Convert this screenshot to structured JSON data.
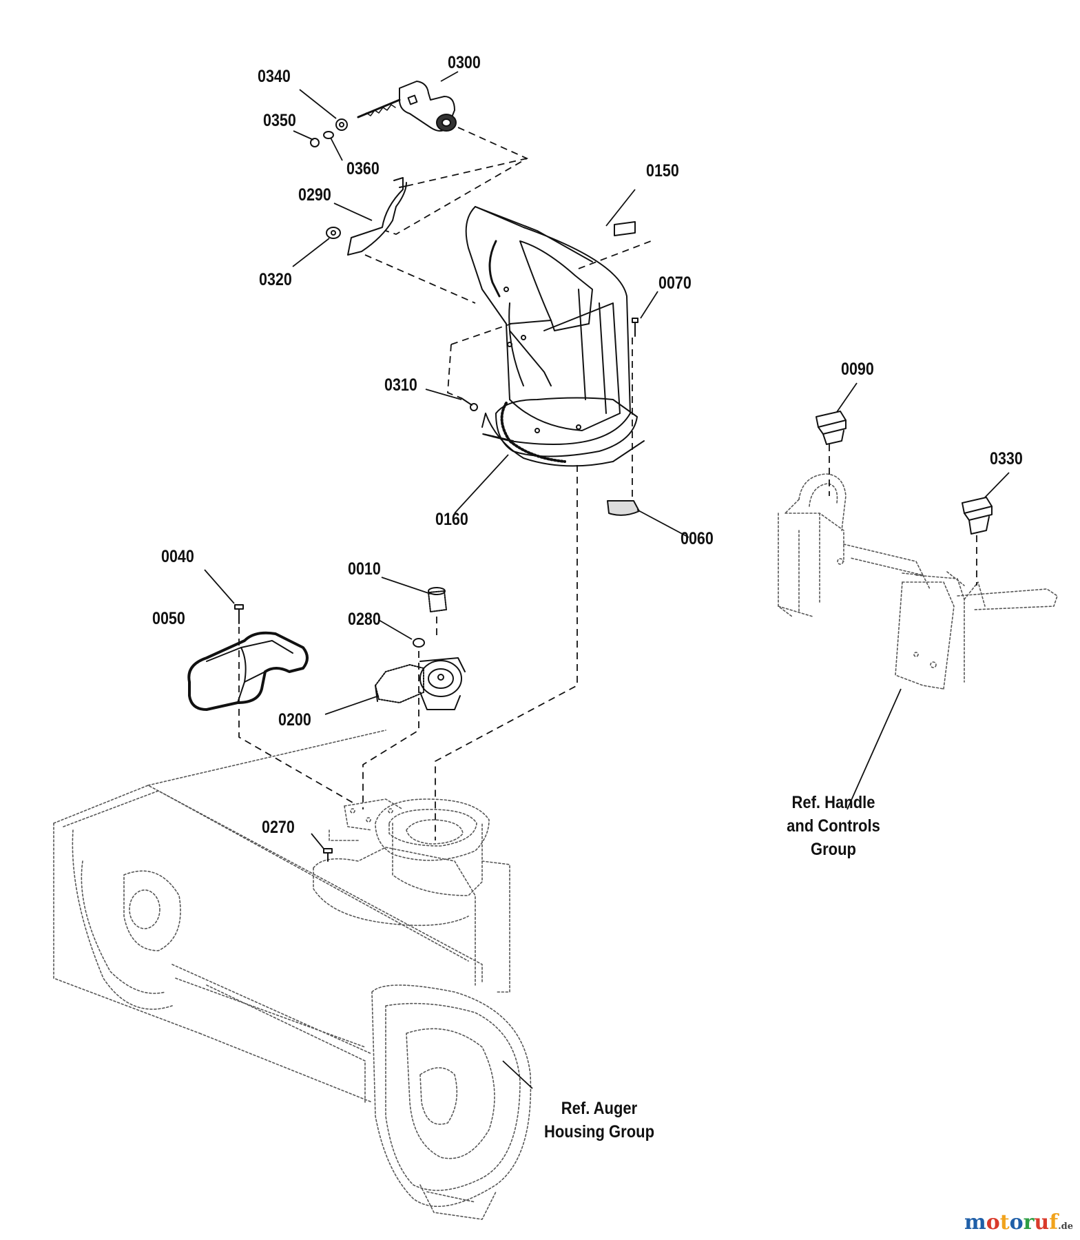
{
  "parts": [
    {
      "id": "p0340",
      "label": "0340"
    },
    {
      "id": "p0300",
      "label": "0300"
    },
    {
      "id": "p0350",
      "label": "0350"
    },
    {
      "id": "p0360",
      "label": "0360"
    },
    {
      "id": "p0290",
      "label": "0290"
    },
    {
      "id": "p0150",
      "label": "0150"
    },
    {
      "id": "p0320",
      "label": "0320"
    },
    {
      "id": "p0070",
      "label": "0070"
    },
    {
      "id": "p0310",
      "label": "0310"
    },
    {
      "id": "p0090",
      "label": "0090"
    },
    {
      "id": "p0330",
      "label": "0330"
    },
    {
      "id": "p0160",
      "label": "0160"
    },
    {
      "id": "p0060",
      "label": "0060"
    },
    {
      "id": "p0040",
      "label": "0040"
    },
    {
      "id": "p0010",
      "label": "0010"
    },
    {
      "id": "p0050",
      "label": "0050"
    },
    {
      "id": "p0280",
      "label": "0280"
    },
    {
      "id": "p0200",
      "label": "0200"
    },
    {
      "id": "p0270",
      "label": "0270"
    }
  ],
  "references": {
    "handle_group": [
      "Ref. Handle",
      "and Controls",
      "Group"
    ],
    "auger_group": [
      "Ref. Auger",
      "Housing Group"
    ]
  },
  "watermark": {
    "text": "motoruf",
    "suffix": ".de",
    "letter_colors": [
      "#1f5fa8",
      "#d93a2b",
      "#f1a31c",
      "#1f5fa8",
      "#2f9e44",
      "#d93a2b",
      "#f1a31c"
    ]
  }
}
